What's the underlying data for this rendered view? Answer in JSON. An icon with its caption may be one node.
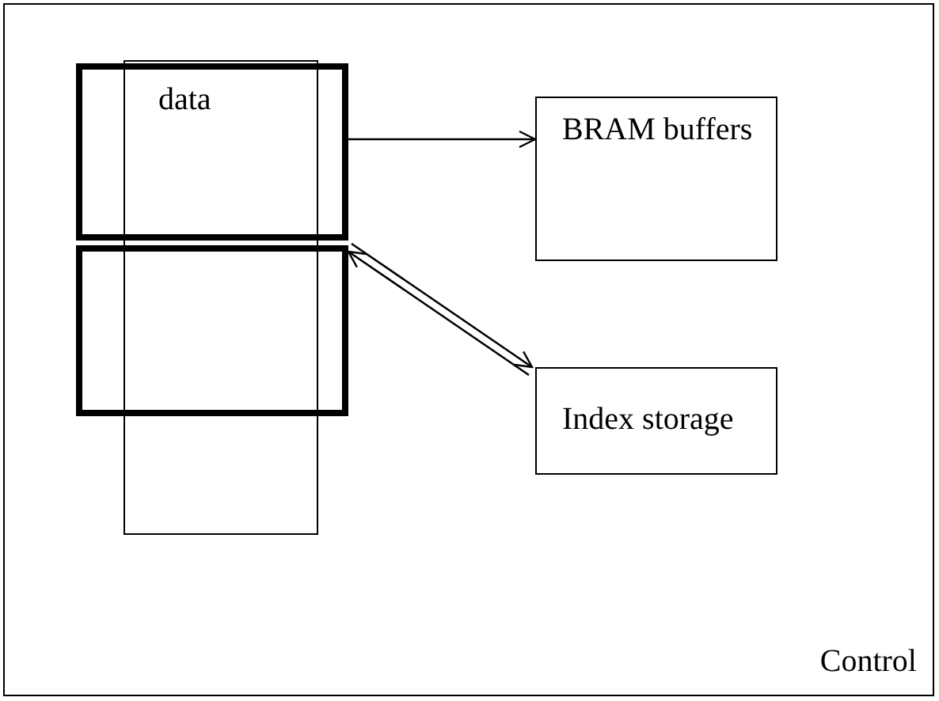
{
  "diagram": {
    "nodes": [
      {
        "text": [
          "Control"
        ]
      },
      {
        "text": [],
        "shape": "box",
        "in": 0
      },
      {
        "text": [
          "data"
        ],
        "in": 0
      },
      {
        "text": [],
        "shape": "box",
        "in": 0
      },
      {
        "text": [
          "BRAM buffers"
        ],
        "in": 0
      },
      {
        "text": [
          "Index storage"
        ],
        "in": 0
      }
    ],
    "edges": [
      {
        "from": 2,
        "to": 4,
        "arrow": "to"
      },
      {
        "from": 3,
        "to": 5,
        "arrow": "to"
      },
      {
        "from": 5,
        "to": 3,
        "arrow": "to"
      }
    ]
  }
}
